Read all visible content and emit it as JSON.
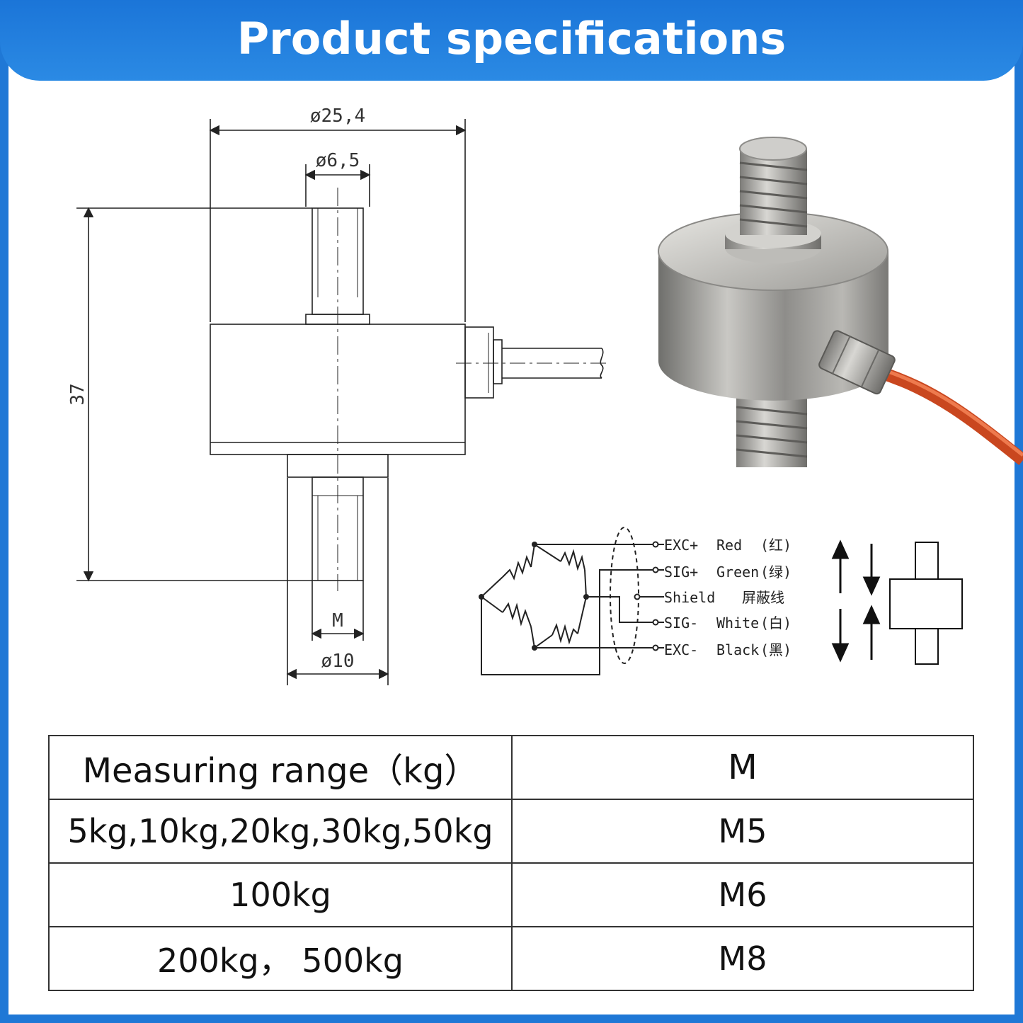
{
  "header": {
    "title": "Product specifications"
  },
  "drawing": {
    "dim_body_diameter": "ø25,4",
    "dim_stud_diameter": "ø6,5",
    "dim_height": "37",
    "dim_thread": "M",
    "dim_base_diameter": "ø10"
  },
  "wiring": {
    "wires": [
      {
        "pin": "EXC+",
        "color": "Red",
        "cn": "(红)"
      },
      {
        "pin": "SIG+",
        "color": "Green",
        "cn": "(绿)"
      },
      {
        "pin": "Shield",
        "color": "",
        "cn": "屏蔽线"
      },
      {
        "pin": "SIG-",
        "color": "White",
        "cn": "(白)"
      },
      {
        "pin": "EXC-",
        "color": "Black",
        "cn": "(黑)"
      }
    ]
  },
  "table": {
    "header": [
      "Measuring range（kg）",
      "M"
    ],
    "rows": [
      [
        "5kg,10kg,20kg,30kg,50kg",
        "M5"
      ],
      [
        "100kg",
        "M6"
      ],
      [
        "200kg，  500kg",
        "M8"
      ]
    ]
  },
  "colors": {
    "brand_blue": "#1f78d6",
    "cable_orange": "#d9532a",
    "steel": "#a8a8a6"
  }
}
